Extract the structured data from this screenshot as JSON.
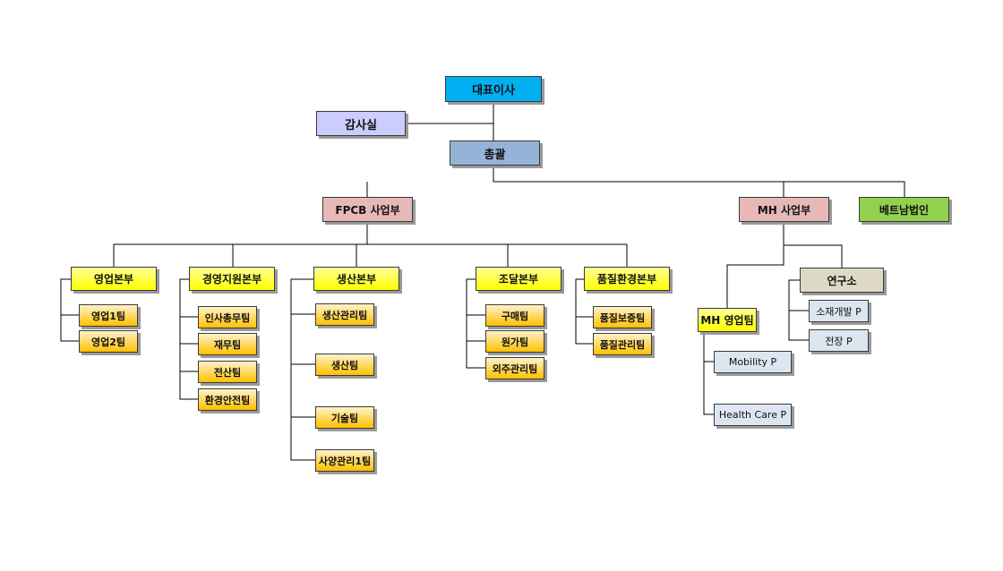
{
  "org": {
    "ceo": "대표이사",
    "audit": "감사실",
    "gm": "총괄",
    "fpcb": {
      "name": "FPCB 사업부",
      "sales": {
        "name": "영업본부",
        "teams": [
          "영업1팀",
          "영업2팀"
        ]
      },
      "mgmt": {
        "name": "경영지원본부",
        "teams": [
          "인사총무팀",
          "재무팀",
          "전산팀",
          "환경안전팀"
        ]
      },
      "prod": {
        "name": "생산본부",
        "teams": [
          "생산관리팀",
          "생산팀",
          "기술팀",
          "사양관리1팀"
        ]
      },
      "proc": {
        "name": "조달본부",
        "teams": [
          "구매팀",
          "원가팀",
          "외주관리팀"
        ]
      },
      "qual": {
        "name": "품질환경본부",
        "teams": [
          "품질보증팀",
          "품질관리팀"
        ]
      }
    },
    "mh": {
      "name": "MH 사업부",
      "sales": {
        "name": "MH 영업팀",
        "projects": [
          "Mobility P",
          "Health Care P"
        ]
      },
      "lab": {
        "name": "연구소",
        "projects": [
          "소재개발 P",
          "전장 P"
        ]
      }
    },
    "vietnam": "베트남법인"
  },
  "colors": {
    "ceo": "#00b0f0",
    "audit": "#ccccff",
    "gm": "#95b3d7",
    "division": "#e6b8b7",
    "vietnam": "#92d050",
    "headquarters": "#ffff00",
    "team": "#ffc000",
    "lab": "#ddd9c4",
    "project": "#dce6f1"
  }
}
